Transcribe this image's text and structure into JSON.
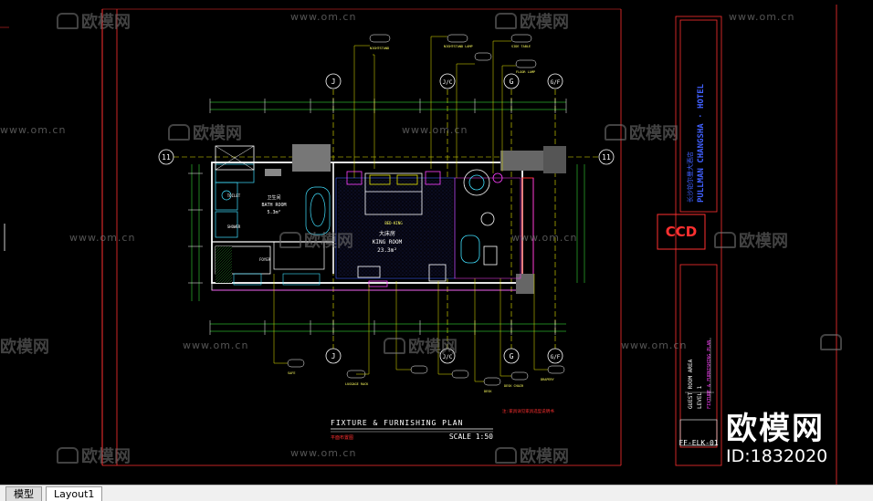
{
  "tabs": [
    {
      "label": "模型"
    },
    {
      "label": "Layout1"
    }
  ],
  "watermark": {
    "brand": "欧模网",
    "url": "www.om.cn",
    "big_brand": "欧模网",
    "id_label": "ID:1832020"
  },
  "plan": {
    "title": "FIXTURE & FURNISHING PLAN",
    "title_cn": "平面布置图",
    "scale": "SCALE 1:50",
    "room_cn": "大床房",
    "room_en": "KING ROOM",
    "room_area": "23.3m²",
    "bath_cn": "卫生间",
    "bath_en": "BATH ROOM",
    "bath_area": "5.3m²",
    "foyer": "FOYER",
    "shower": "SHOWER",
    "toilet": "TOILET",
    "bed_label": "BED-KING",
    "note": "注:家具详见家具选型说明书"
  },
  "grid": {
    "left": "J",
    "mid": "J/C",
    "right": "G",
    "far_right": "G/F",
    "row": "11"
  },
  "titleblock": {
    "hotel": "PULLMAN CHANGSHA · HOTEL",
    "hotel_cn": "长沙铂尔曼大酒店",
    "logo": "CCD",
    "area": "GUEST ROOM AREA",
    "level": "LEVEL 1",
    "drawing": "FIXTURE & FURNISHING PLAN",
    "number": "FF-ELK-01"
  },
  "callouts": {
    "top": [
      "NIGHTSTAND",
      "NIGHTSTAND LAMP",
      "SIDE TABLE",
      "FLOOR LAMP"
    ],
    "bottom": [
      "LUGGAGE RACK",
      "SAFE",
      "DESK",
      "DESK CHAIR",
      "DRAPERY"
    ]
  },
  "colors": {
    "grid_yellow": "#e6e600",
    "wall_white": "#ffffff",
    "frame_red": "#ff3030",
    "dim_green": "#40ff40",
    "accent_magenta": "#ff40ff",
    "cyan": "#40e0ff",
    "blue": "#4060ff"
  }
}
